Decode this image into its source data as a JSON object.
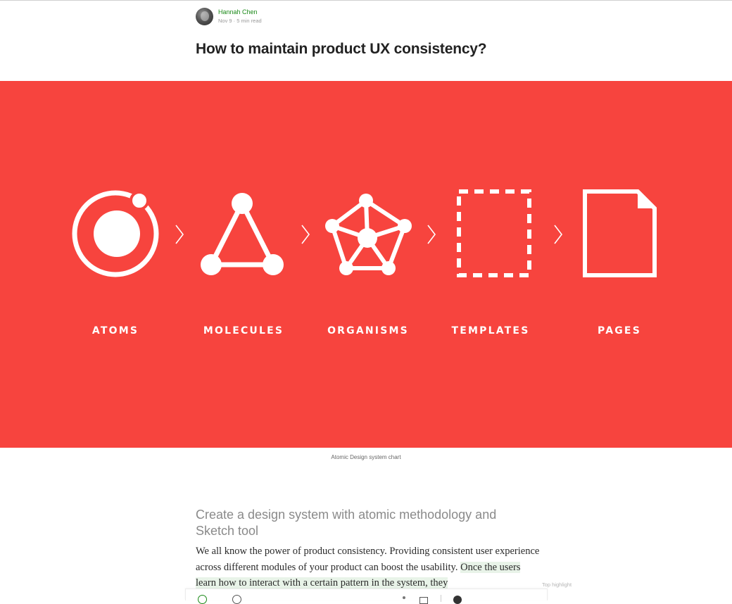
{
  "author": {
    "name": "Hannah Chen",
    "date": "Nov 9",
    "read_time": "5 min read"
  },
  "article": {
    "title": "How to maintain product UX consistency?",
    "hero_labels": [
      "ATOMS",
      "MOLECULES",
      "ORGANISMS",
      "TEMPLATES",
      "PAGES"
    ],
    "hero_color": "#f7443e",
    "caption": "Atomic Design system chart",
    "subtitle": "Create a design system with atomic methodology and Sketch tool",
    "paragraph_1": "We all know the power of product consistency. Providing consistent user experience across different modules of your product can boost the usability.",
    "paragraph_2": "Once the users learn how to interact with a certain pattern in the system, they",
    "top_highlight": "Top highlight"
  },
  "icons": {
    "clap": "heart-icon",
    "comment": "comment-icon",
    "bookmark": "bookmark-icon"
  }
}
